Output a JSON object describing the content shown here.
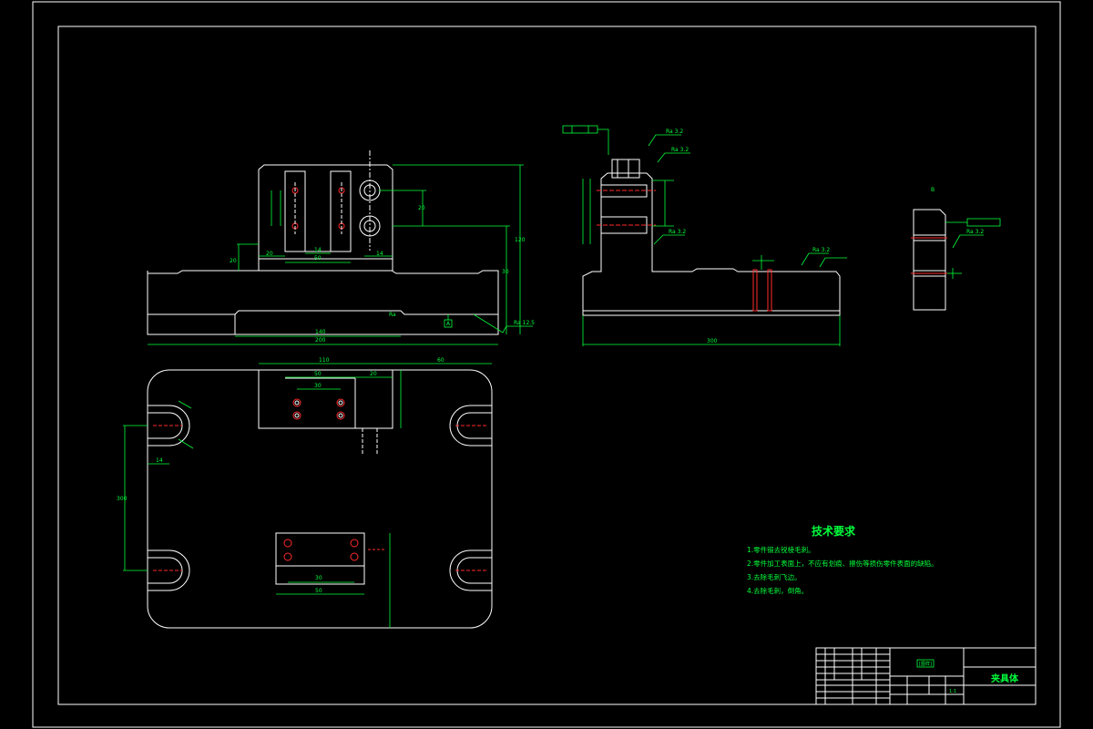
{
  "technical_requirements": {
    "title": "技术要求",
    "items": [
      "1.零件锻去锐棱毛刺。",
      "2.零件加工表面上，不应有划痕、擦伤等损伤零件表面的缺陷。",
      "3.去除毛刺飞边。",
      "4.去除毛刺，倒角。"
    ]
  },
  "title_block": {
    "part_name": "夹具体",
    "stamp_label": "[图样]",
    "scale": "1:1"
  },
  "surface_finish": {
    "ra_main": "Ra 12.5",
    "ra_small": "Ra 3.2"
  },
  "dimensions": {
    "front_total_width": "200",
    "front_inner_width": "140",
    "top_width": "110",
    "top_right": "60",
    "side_length": "300",
    "left_vertical": "300",
    "height_total": "120",
    "block_width": "50",
    "block_inner": "30",
    "slot_width": "14",
    "small_dims": "20"
  }
}
